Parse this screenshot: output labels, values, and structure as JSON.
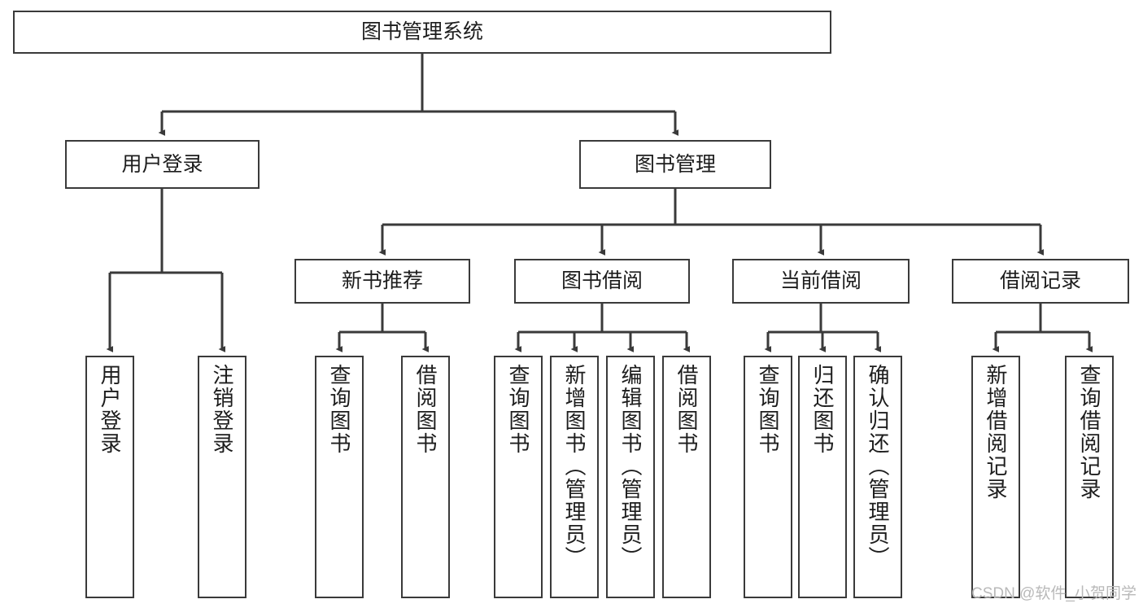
{
  "diagram": {
    "title": "图书管理系统",
    "type": "tree-hierarchy-chart",
    "watermark": "CSDN @软件_小贺同学",
    "colors": {
      "stroke": "#3a3a3a",
      "fill": "#ffffff",
      "text": "#1d1d1d",
      "watermark": "#b9b9b9"
    },
    "nodes": {
      "root": {
        "label": "图书管理系统"
      },
      "level2": [
        {
          "id": "user-login",
          "label": "用户登录"
        },
        {
          "id": "book-manage",
          "label": "图书管理"
        }
      ],
      "level3": [
        {
          "id": "new-book-recommend",
          "label": "新书推荐"
        },
        {
          "id": "book-borrow",
          "label": "图书借阅"
        },
        {
          "id": "current-borrow",
          "label": "当前借阅"
        },
        {
          "id": "borrow-record",
          "label": "借阅记录"
        }
      ],
      "leaves": {
        "user-login": [
          {
            "id": "leaf-user-login",
            "label": "用户登录"
          },
          {
            "id": "leaf-logout-login",
            "label": "注销登录"
          }
        ],
        "new-book-recommend": [
          {
            "id": "leaf-query-book-1",
            "label": "查询图书"
          },
          {
            "id": "leaf-borrow-book-1",
            "label": "借阅图书"
          }
        ],
        "book-borrow": [
          {
            "id": "leaf-query-book-2",
            "label": "查询图书"
          },
          {
            "id": "leaf-add-book",
            "label": "新增图书（管理员）"
          },
          {
            "id": "leaf-edit-book",
            "label": "编辑图书（管理员）"
          },
          {
            "id": "leaf-borrow-book-2",
            "label": "借阅图书"
          }
        ],
        "current-borrow": [
          {
            "id": "leaf-query-book-3",
            "label": "查询图书"
          },
          {
            "id": "leaf-return-book",
            "label": "归还图书"
          },
          {
            "id": "leaf-confirm-return",
            "label": "确认归还（管理员）"
          }
        ],
        "borrow-record": [
          {
            "id": "leaf-add-record",
            "label": "新增借阅记录"
          },
          {
            "id": "leaf-query-record",
            "label": "查询借阅记录"
          }
        ]
      }
    }
  }
}
